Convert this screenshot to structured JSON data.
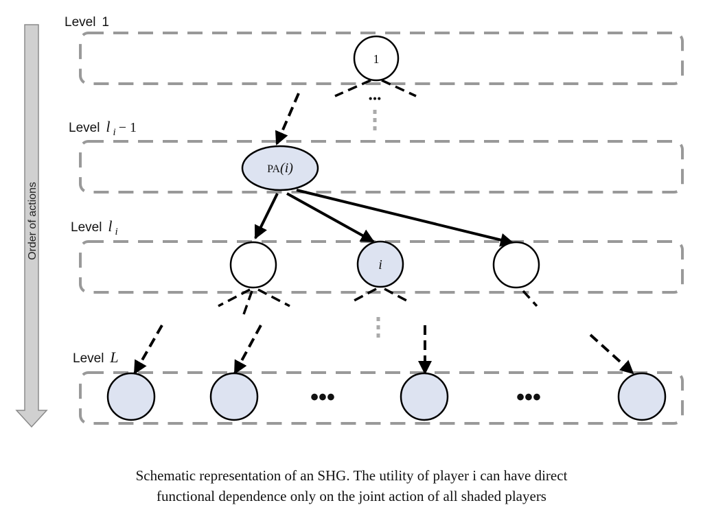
{
  "axis": {
    "label": "Order of actions"
  },
  "levels": {
    "level1": {
      "word": "Level",
      "number": "1"
    },
    "level_prev": {
      "word": "Level",
      "var": "l",
      "sub": "i",
      "suffix": " − 1"
    },
    "level_i": {
      "word": "Level",
      "var": "l",
      "sub": "i"
    },
    "level_L": {
      "word": "Level",
      "var": "L"
    }
  },
  "nodes": {
    "root": "1",
    "parent_prefix": "PA",
    "parent_arg": "(i)",
    "player_i": "i"
  },
  "ellipsis": "•••",
  "caption": {
    "line1": "Schematic representation of an SHG. The utility of player i can have direct",
    "line2": "functional dependence only on the joint action of all shaded players"
  },
  "colors": {
    "shaded_fill": "#dde3f1",
    "unshaded_fill": "#ffffff",
    "box_stroke": "#999999",
    "axis_arrow": "#d0d0d0"
  }
}
